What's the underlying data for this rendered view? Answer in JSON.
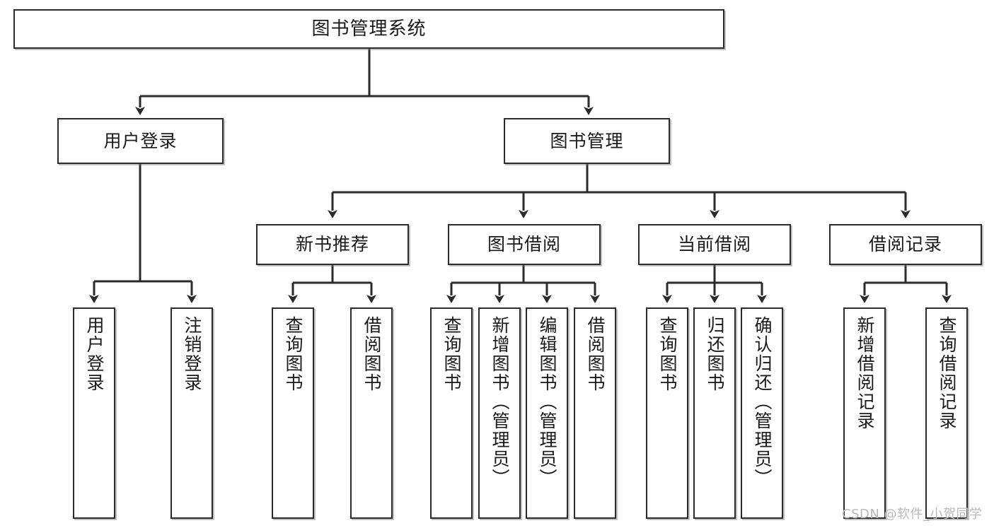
{
  "diagram": {
    "title": "图书管理系统",
    "type": "tree-hierarchy",
    "watermark": "CSDN @软件_小贺同学",
    "colors": {
      "box_border": "#2b2b2b",
      "box_fill": "#ffffff",
      "edge": "#2b2b2b",
      "text": "#1a1a1a",
      "watermark": "#b9b9b9"
    },
    "nodes": {
      "root": {
        "label": "图书管理系统"
      },
      "level2": [
        {
          "id": "user-login",
          "label": "用户登录"
        },
        {
          "id": "book-manage",
          "label": "图书管理"
        }
      ],
      "level3": [
        {
          "id": "new-book-rec",
          "label": "新书推荐"
        },
        {
          "id": "book-borrow",
          "label": "图书借阅"
        },
        {
          "id": "current-borrow",
          "label": "当前借阅"
        },
        {
          "id": "borrow-record",
          "label": "借阅记录"
        }
      ],
      "leaves": {
        "user-login": [
          {
            "id": "leaf-user-login",
            "label": "用户登录"
          },
          {
            "id": "leaf-user-logout",
            "label": "注销登录"
          }
        ],
        "new-book-rec": [
          {
            "id": "leaf-query-book-1",
            "label": "查询图书"
          },
          {
            "id": "leaf-borrow-book-1",
            "label": "借阅图书"
          }
        ],
        "book-borrow": [
          {
            "id": "leaf-query-book-2",
            "label": "查询图书"
          },
          {
            "id": "leaf-add-book",
            "label": "新增图书（管理员）"
          },
          {
            "id": "leaf-edit-book",
            "label": "编辑图书（管理员）"
          },
          {
            "id": "leaf-borrow-book-2",
            "label": "借阅图书"
          }
        ],
        "current-borrow": [
          {
            "id": "leaf-query-book-3",
            "label": "查询图书"
          },
          {
            "id": "leaf-return-book",
            "label": "归还图书"
          },
          {
            "id": "leaf-confirm-return",
            "label": "确认归还（管理员）"
          }
        ],
        "borrow-record": [
          {
            "id": "leaf-add-record",
            "label": "新增借阅记录"
          },
          {
            "id": "leaf-query-record",
            "label": "查询借阅记录"
          }
        ]
      }
    }
  }
}
